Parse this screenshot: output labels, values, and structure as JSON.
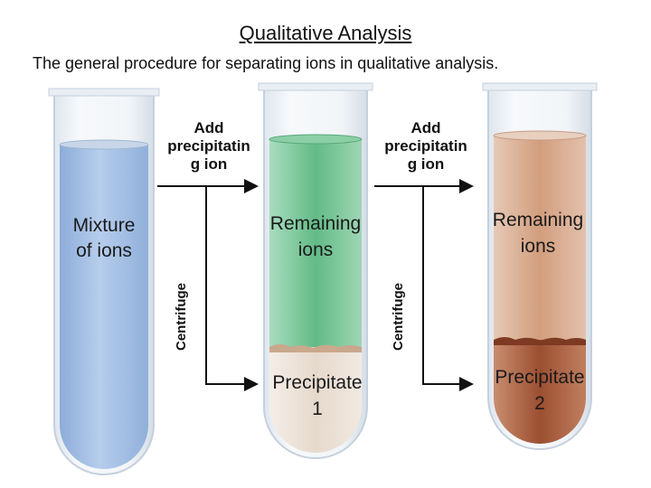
{
  "title": "Qualitative Analysis",
  "subtitle": "The general procedure for separating ions in qualitative analysis.",
  "steps": [
    {
      "label": "Add\nprecipitatin\ng ion",
      "side_label": "Centrifuge"
    },
    {
      "label": "Add\nprecipitatin\ng ion",
      "side_label": "Centrifuge"
    }
  ],
  "tubes": [
    {
      "top_text": [
        "Mixture",
        "of ions"
      ],
      "liquid_color": "#9fbde6"
    },
    {
      "top_text": [
        "Remaining",
        "ions"
      ],
      "bottom_text": [
        "Precipitate",
        "1"
      ],
      "liquid_color": "#6cc08e",
      "precipitate_color": "#eadfd4"
    },
    {
      "top_text": [
        "Remaining",
        "ions"
      ],
      "bottom_text": [
        "Precipitate",
        "2"
      ],
      "liquid_color": "#d9a98a",
      "precipitate_color": "#a8593a"
    }
  ]
}
